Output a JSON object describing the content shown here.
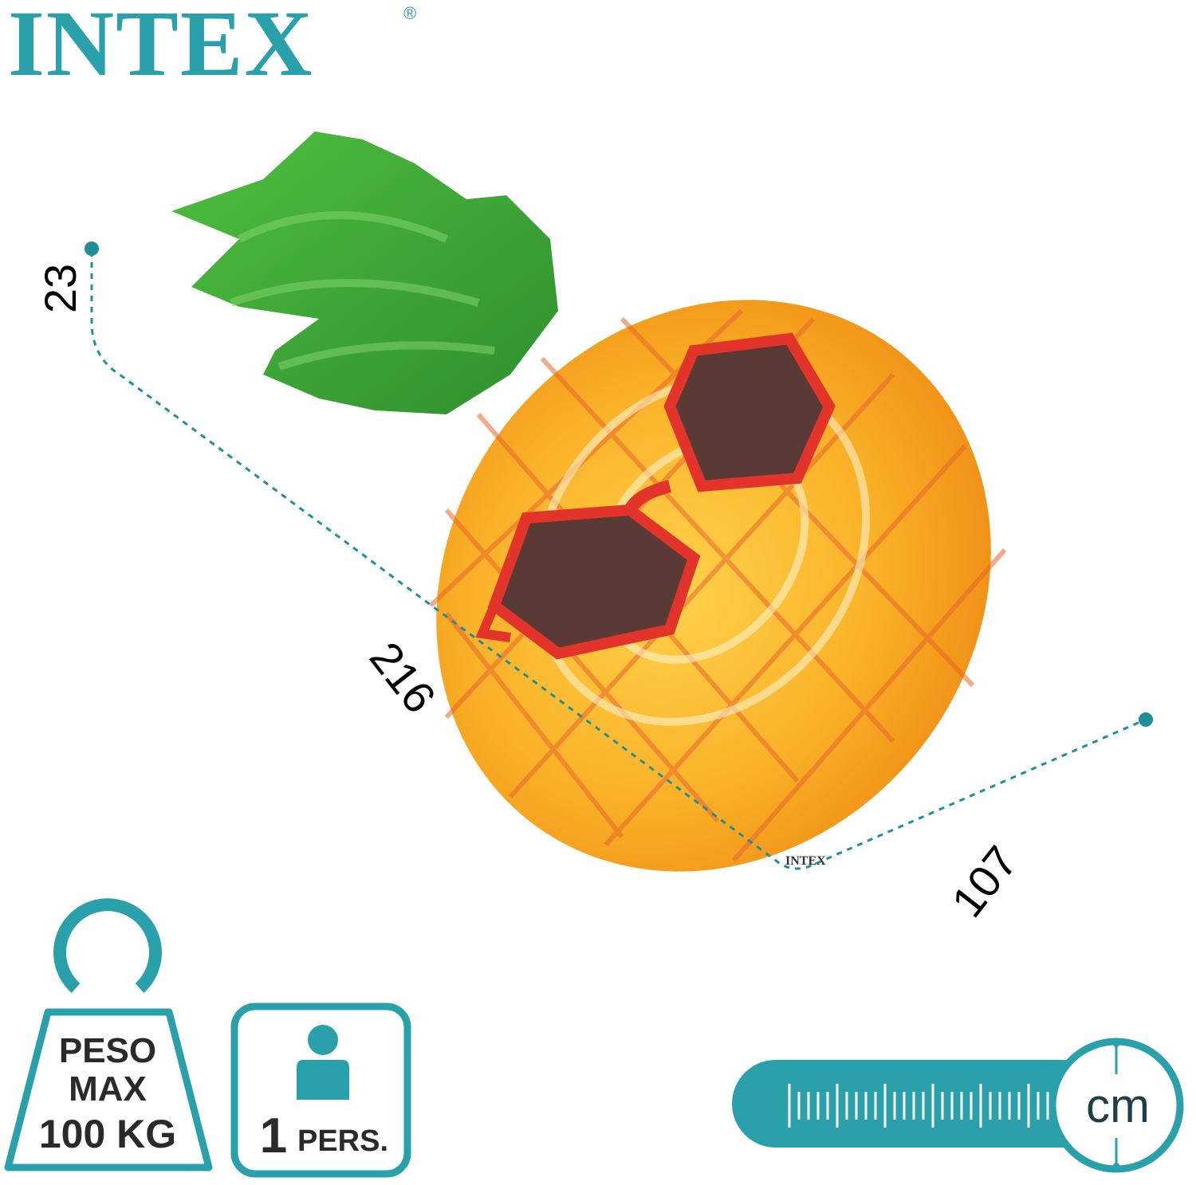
{
  "brand": {
    "name": "INTEX",
    "registered": "®"
  },
  "colors": {
    "accent": "#2aa0ab",
    "pineapple": "#f4a21a",
    "leaves": "#3fa33a",
    "glasses": "#e2342b"
  },
  "product": {
    "print": "INTEX"
  },
  "dimensions": {
    "height": "23",
    "length": "216",
    "width": "107",
    "unit": "cm"
  },
  "badges": {
    "weight": {
      "icon": "weight-icon",
      "line1": "PESO",
      "line2": "MAX",
      "line3": "100 KG"
    },
    "persons": {
      "icon": "person-icon",
      "count": "1",
      "label": "PERS."
    }
  },
  "ruler": {
    "icon": "ruler-icon",
    "unit": "cm"
  }
}
